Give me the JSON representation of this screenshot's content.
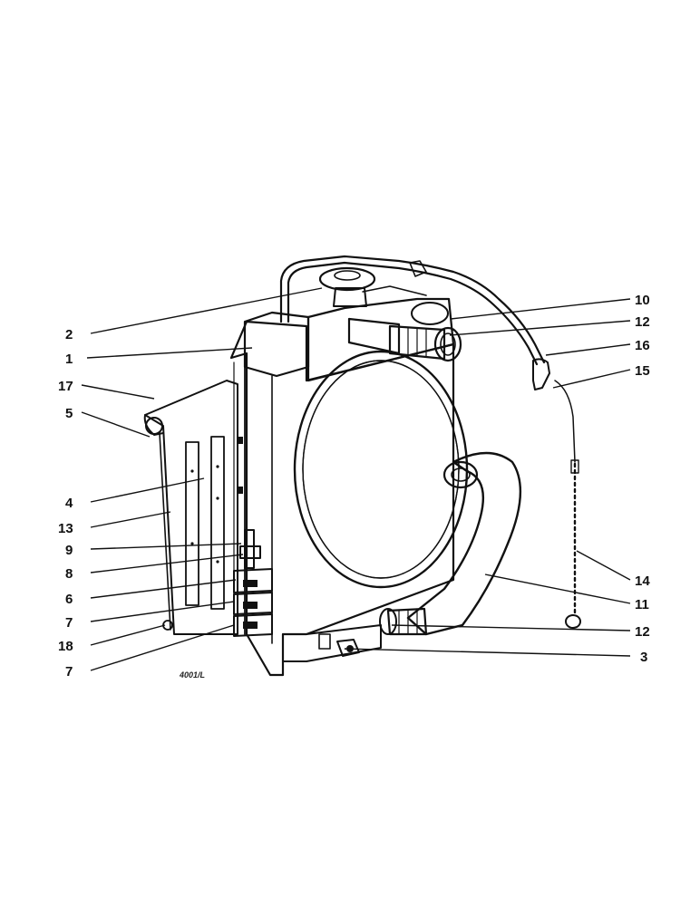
{
  "diagram": {
    "drawing_ref": "4001/L",
    "callouts_left": [
      "2",
      "1",
      "17",
      "5",
      "4",
      "13",
      "9",
      "8",
      "6",
      "7",
      "18",
      "7"
    ],
    "callouts_right": [
      "10",
      "12",
      "16",
      "15",
      "14",
      "11",
      "12",
      "3"
    ]
  }
}
